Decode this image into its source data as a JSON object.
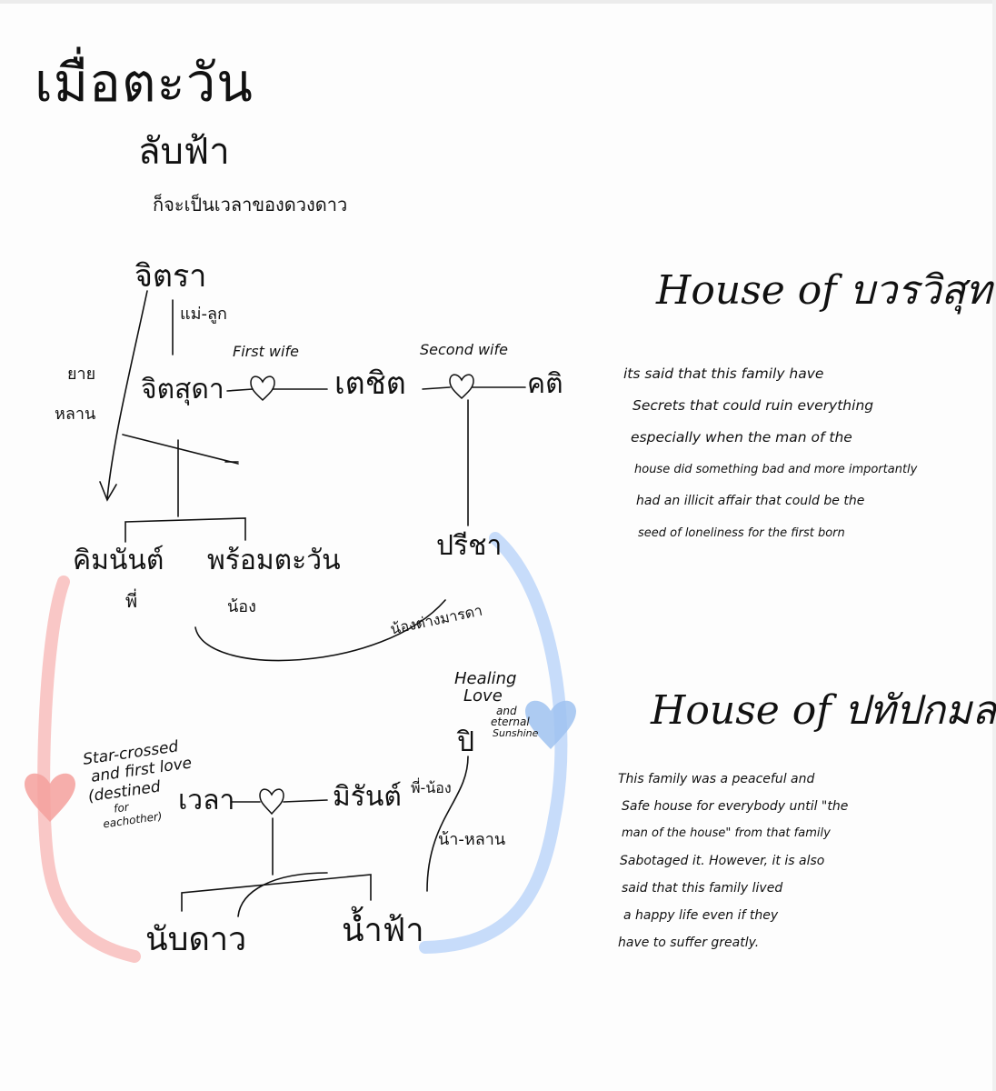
{
  "header": {
    "title": "เมื่อตะวัน",
    "subtitle": "ลับฟ้า",
    "tagline": "ก็จะเป็นเวลาของดวงดาว"
  },
  "people": {
    "jitra": "จิตรา",
    "jitsuda": "จิตสุดา",
    "techit": "เตชิต",
    "khati": "คติ",
    "kammanan": "คิมนันต์",
    "prommatawan": "พร้อมตะวัน",
    "patcha": "ปรีชา",
    "wela": "เวลา",
    "miran": "มิรันต์",
    "pi": "ปิ",
    "nabdao": "นับดาว",
    "namfa": "น้ำฟ้า"
  },
  "labels": {
    "mae_luk": "แม่-ลูก",
    "yai_lan": "ยาย",
    "lan": "หลาน",
    "first_wife": "First wife",
    "second_wife": "Second wife",
    "phi": "พี่",
    "nong": "น้อง",
    "half_sibling": "น้องต่างมารดา",
    "phi_nong": "พี่-น้อง",
    "na_lan": "น้า-หลาน",
    "star_crossed": [
      "Star-crossed",
      "and first love",
      "(destined",
      "for",
      "eachother)"
    ],
    "healing": [
      "Healing",
      "Love",
      "and",
      "eternal",
      "Sunshine"
    ]
  },
  "houses": [
    {
      "title": "House of บวรวิสุทธิ์",
      "lines": [
        "its said that this family have",
        "Secrets that could ruin everything",
        "especially when the man of the",
        "house did something bad and more importantly",
        "had an illicit affair that could be the",
        "seed of loneliness for the first born"
      ]
    },
    {
      "title": "House of ปทัปกมล",
      "lines": [
        "This family was a peaceful and",
        "Safe house for everybody until \"the",
        "man of the house\" from that family",
        "Sabotaged it. However, it is also",
        "said that this family lived",
        "a happy life even if they",
        "have to suffer greatly."
      ]
    }
  ],
  "colors": {
    "ink": "#111111",
    "pink_band": "#f9c7c6",
    "pink_heart": "#f5a09c",
    "blue_band": "#c7dcfa",
    "blue_heart": "#9fc2f0"
  }
}
